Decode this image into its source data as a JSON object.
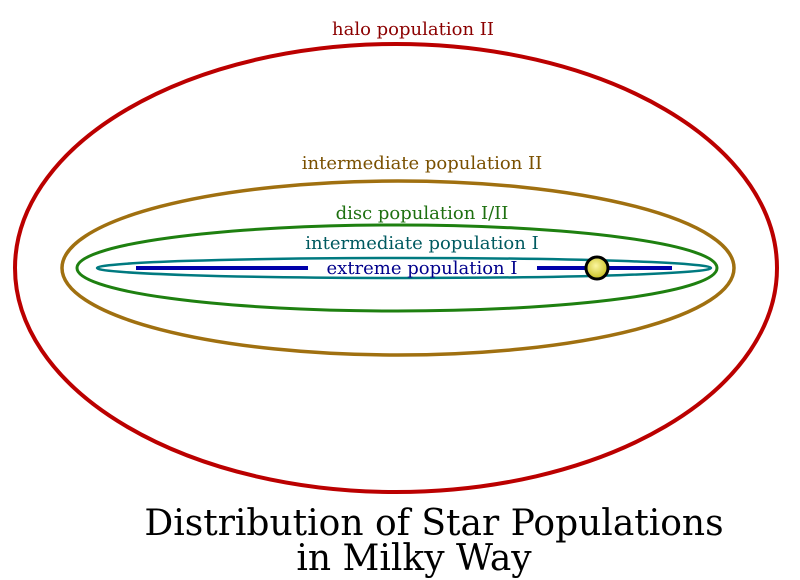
{
  "title_line1": "Distribution of Star Populations",
  "title_line2": "in Milky Way",
  "populations": [
    {
      "id": "halo",
      "label": "halo population II",
      "color": "#bb0000",
      "label_color": "#8b0000"
    },
    {
      "id": "intermediate-ii",
      "label": "intermediate population II",
      "color": "#a07010",
      "label_color": "#7a5000"
    },
    {
      "id": "disc",
      "label": "disc population I/II",
      "color": "#1e8010",
      "label_color": "#1e7010"
    },
    {
      "id": "intermediate-i",
      "label": "intermediate population I",
      "color": "#007a80",
      "label_color": "#005a60"
    },
    {
      "id": "extreme-i",
      "label": "extreme population I",
      "color": "#0000aa",
      "label_color": "#00008b"
    }
  ],
  "sun": {
    "fill": "#e6e040",
    "stroke": "#000000"
  }
}
